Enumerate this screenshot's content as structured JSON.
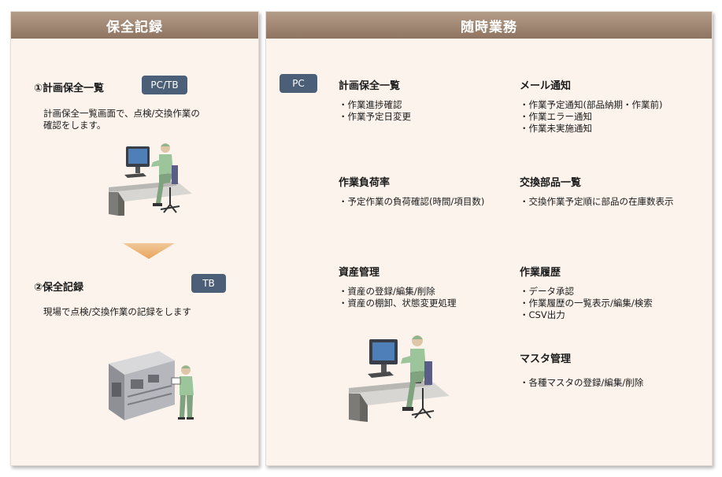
{
  "left": {
    "header": "保全記録",
    "step1": {
      "title": "①計画保全一覧",
      "badge": "PC/TB",
      "desc_lines": [
        "計画保全一覧画面で、点検/交換作業の",
        "確認をします。"
      ]
    },
    "step2": {
      "title": "②保全記録",
      "badge": "TB",
      "desc": "現場で点検/交換作業の記録をします"
    }
  },
  "right": {
    "header": "随時業務",
    "badge": "PC",
    "sections": [
      {
        "title": "計画保全一覧",
        "items": [
          "作業進捗確認",
          "作業予定日変更"
        ]
      },
      {
        "title": "メール通知",
        "items": [
          "作業予定通知(部品納期・作業前)",
          "作業エラー通知",
          "作業未実施通知"
        ]
      },
      {
        "title": "作業負荷率",
        "items": [
          "予定作業の負荷確認(時間/項目数)"
        ]
      },
      {
        "title": "交換部品一覧",
        "items": [
          "交換作業予定順に部品の在庫数表示"
        ]
      },
      {
        "title": "資産管理",
        "items": [
          "資産の登録/編集/削除",
          "資産の棚卸、状態変更処理"
        ]
      },
      {
        "title": "作業履歴",
        "items": [
          "データ承認",
          "作業履歴の一覧表示/編集/検索",
          "CSV出力"
        ]
      },
      {
        "title": "マスタ管理",
        "items": [
          "各種マスタの登録/編集/削除"
        ]
      }
    ]
  }
}
